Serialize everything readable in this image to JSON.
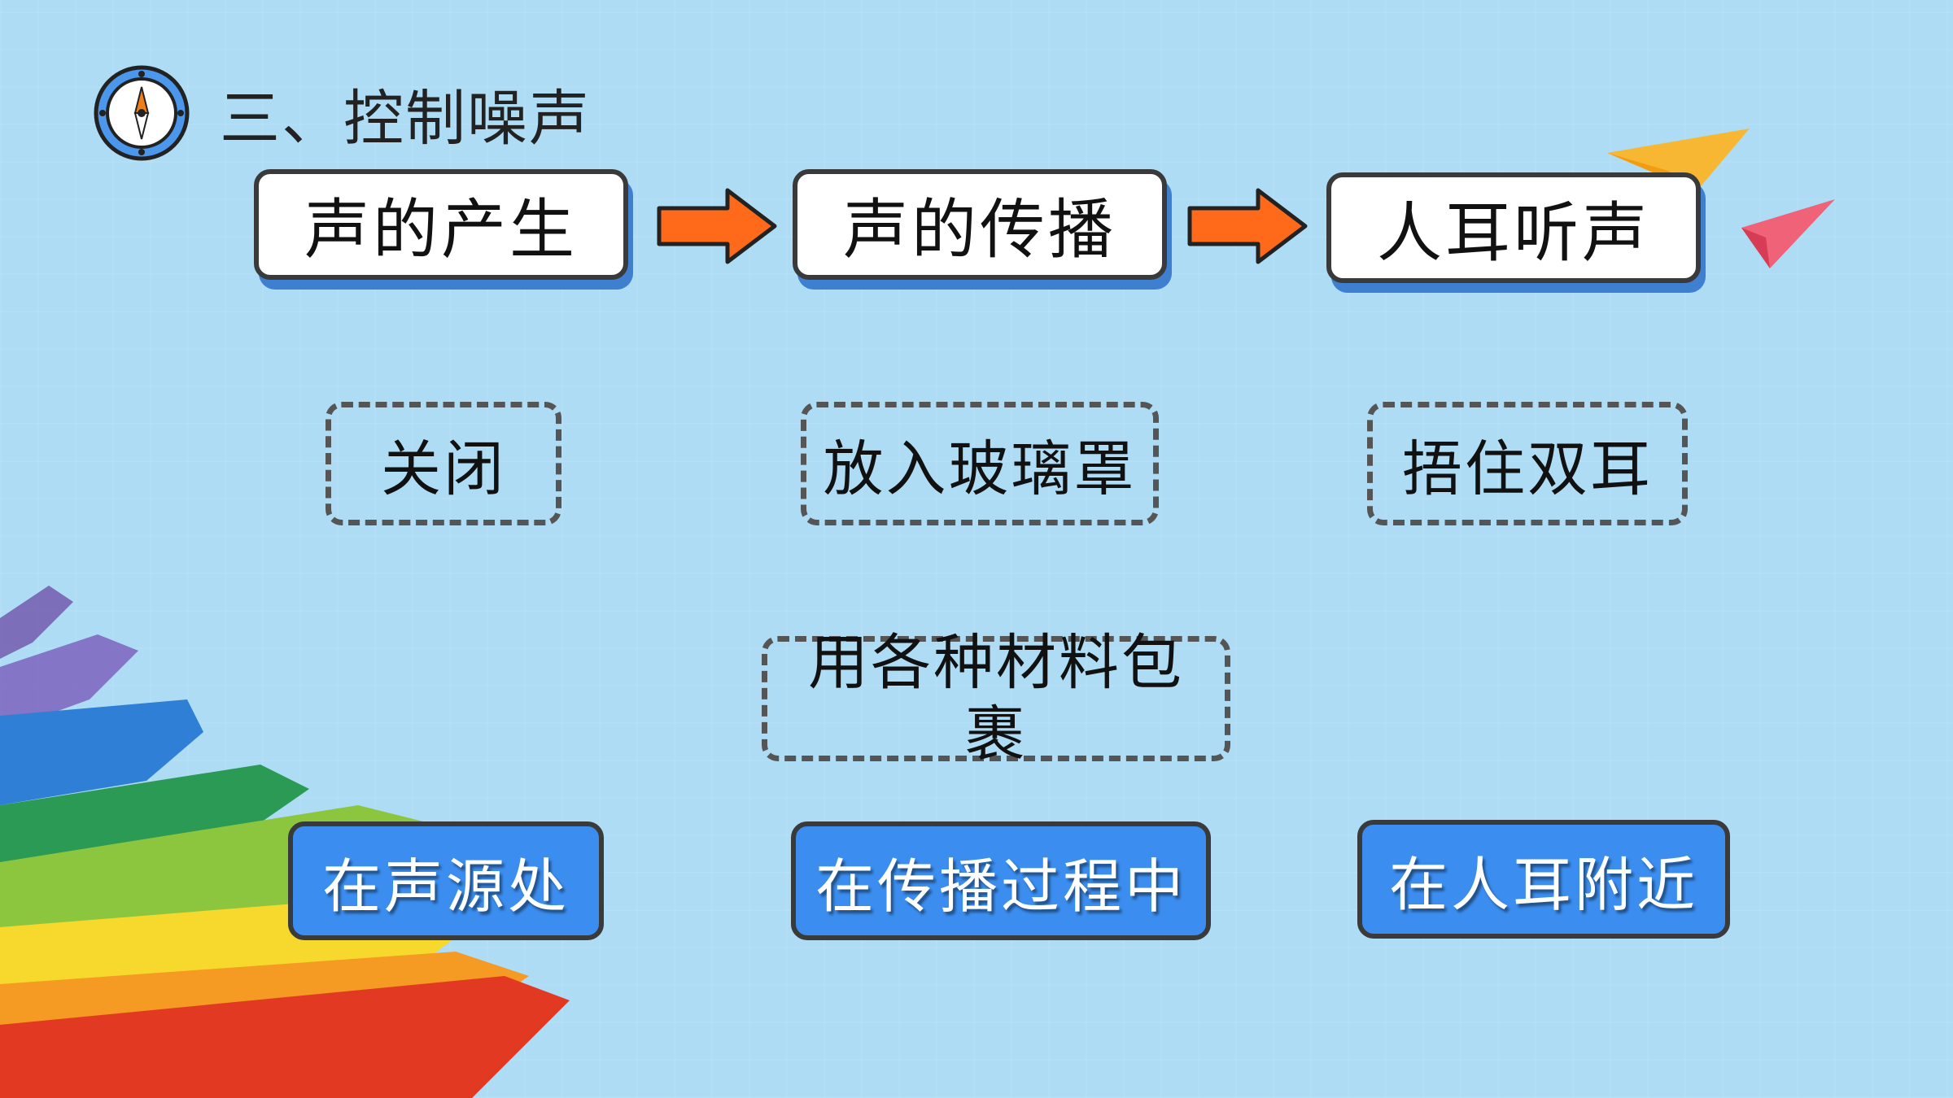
{
  "title": "三、控制噪声",
  "stages": {
    "source": "声的产生",
    "propagation": "声的传播",
    "ear": "人耳听声"
  },
  "methods": {
    "source": "关闭",
    "propagation": "放入玻璃罩",
    "ear": "捂住双耳",
    "propagation_extra": "用各种材料包裹"
  },
  "places": {
    "source": "在声源处",
    "propagation": "在传播过程中",
    "ear": "在人耳附近"
  },
  "colors": {
    "background": "#aedcf4",
    "arrow": "#ff6a1a",
    "place_box": "#3b8ef0",
    "box_shadow": "#3e7fcf"
  },
  "icons": {
    "compass": "compass-icon",
    "arrow": "arrow-right-icon",
    "plane": "paper-plane-icon"
  }
}
